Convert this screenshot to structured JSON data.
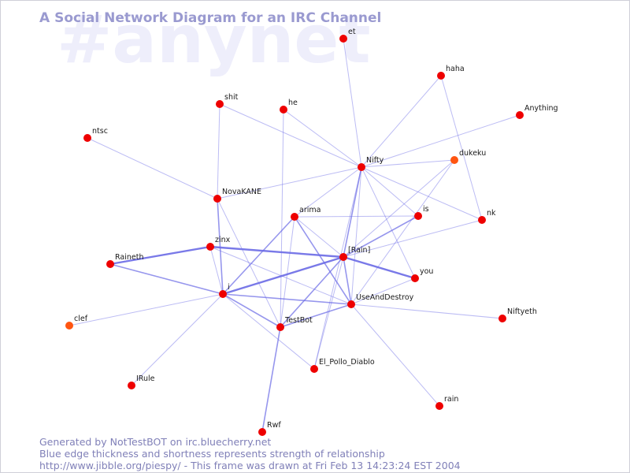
{
  "title": "A Social Network Diagram for an IRC Channel",
  "watermark": "#anynet",
  "footer": {
    "line1": "Generated by NotTestBOT on irc.bluecherry.net",
    "line2": "Blue edge thickness and shortness represents strength of relationship",
    "line3": "http://www.jibble.org/piespy/ - This frame was drawn at Fri Feb 13 14:23:24 EST 2004"
  },
  "colors": {
    "node": "#ee0000",
    "node_alt": "#ff5511",
    "edge": "#6a6ae6",
    "title": "#9a9ad0",
    "watermark": "#eeeefb",
    "footer": "#8080b8"
  },
  "nodes": [
    {
      "id": "et",
      "label": "et",
      "alt": false
    },
    {
      "id": "haha",
      "label": "haha",
      "alt": false
    },
    {
      "id": "shit",
      "label": "shit",
      "alt": false
    },
    {
      "id": "he",
      "label": "he",
      "alt": false
    },
    {
      "id": "anything",
      "label": "Anything",
      "alt": false
    },
    {
      "id": "ntsc",
      "label": "ntsc",
      "alt": false
    },
    {
      "id": "dukeku",
      "label": "dukeku",
      "alt": true
    },
    {
      "id": "nifty",
      "label": "Nifty",
      "alt": false
    },
    {
      "id": "novakane",
      "label": "NovaKANE",
      "alt": false
    },
    {
      "id": "arima",
      "label": "arima",
      "alt": false
    },
    {
      "id": "is",
      "label": "is",
      "alt": false
    },
    {
      "id": "nk",
      "label": "nk",
      "alt": false
    },
    {
      "id": "zinx",
      "label": "zinx",
      "alt": false
    },
    {
      "id": "rain_b",
      "label": "[Rain]",
      "alt": false
    },
    {
      "id": "raineth",
      "label": "Raineth",
      "alt": false
    },
    {
      "id": "you",
      "label": "you",
      "alt": false
    },
    {
      "id": "i",
      "label": "i",
      "alt": false
    },
    {
      "id": "useanddestroy",
      "label": "UseAndDestroy",
      "alt": false
    },
    {
      "id": "clef",
      "label": "clef",
      "alt": true
    },
    {
      "id": "testbot",
      "label": "TestBot",
      "alt": false
    },
    {
      "id": "niftyeth",
      "label": "Niftyeth",
      "alt": false
    },
    {
      "id": "el_pollo",
      "label": "El_Pollo_Diablo",
      "alt": false
    },
    {
      "id": "irule",
      "label": "IRule",
      "alt": false
    },
    {
      "id": "rain",
      "label": "rain",
      "alt": false
    },
    {
      "id": "rwf",
      "label": "Rwf",
      "alt": false
    }
  ],
  "edges": [
    {
      "source": "et",
      "target": "nifty",
      "weight": 1
    },
    {
      "source": "haha",
      "target": "nifty",
      "weight": 1
    },
    {
      "source": "haha",
      "target": "nk",
      "weight": 1
    },
    {
      "source": "shit",
      "target": "nifty",
      "weight": 1
    },
    {
      "source": "shit",
      "target": "novakane",
      "weight": 1
    },
    {
      "source": "he",
      "target": "nifty",
      "weight": 1
    },
    {
      "source": "he",
      "target": "testbot",
      "weight": 1
    },
    {
      "source": "anything",
      "target": "nifty",
      "weight": 1
    },
    {
      "source": "ntsc",
      "target": "novakane",
      "weight": 1
    },
    {
      "source": "dukeku",
      "target": "nifty",
      "weight": 1
    },
    {
      "source": "dukeku",
      "target": "rain_b",
      "weight": 1
    },
    {
      "source": "dukeku",
      "target": "useanddestroy",
      "weight": 1
    },
    {
      "source": "novakane",
      "target": "nifty",
      "weight": 1
    },
    {
      "source": "novakane",
      "target": "i",
      "weight": 2
    },
    {
      "source": "novakane",
      "target": "testbot",
      "weight": 1
    },
    {
      "source": "nifty",
      "target": "arima",
      "weight": 1
    },
    {
      "source": "nifty",
      "target": "is",
      "weight": 1
    },
    {
      "source": "nifty",
      "target": "nk",
      "weight": 1
    },
    {
      "source": "nifty",
      "target": "rain_b",
      "weight": 2
    },
    {
      "source": "nifty",
      "target": "you",
      "weight": 1
    },
    {
      "source": "nifty",
      "target": "useanddestroy",
      "weight": 1
    },
    {
      "source": "nifty",
      "target": "el_pollo",
      "weight": 1
    },
    {
      "source": "arima",
      "target": "is",
      "weight": 1
    },
    {
      "source": "arima",
      "target": "i",
      "weight": 2
    },
    {
      "source": "arima",
      "target": "useanddestroy",
      "weight": 2
    },
    {
      "source": "arima",
      "target": "rain_b",
      "weight": 1
    },
    {
      "source": "arima",
      "target": "testbot",
      "weight": 1
    },
    {
      "source": "is",
      "target": "rain_b",
      "weight": 2
    },
    {
      "source": "nk",
      "target": "rain_b",
      "weight": 1
    },
    {
      "source": "zinx",
      "target": "rain_b",
      "weight": 3
    },
    {
      "source": "zinx",
      "target": "i",
      "weight": 1
    },
    {
      "source": "zinx",
      "target": "useanddestroy",
      "weight": 1
    },
    {
      "source": "raineth",
      "target": "zinx",
      "weight": 3
    },
    {
      "source": "raineth",
      "target": "i",
      "weight": 2
    },
    {
      "source": "rain_b",
      "target": "you",
      "weight": 3
    },
    {
      "source": "rain_b",
      "target": "i",
      "weight": 3
    },
    {
      "source": "rain_b",
      "target": "useanddestroy",
      "weight": 2
    },
    {
      "source": "rain_b",
      "target": "testbot",
      "weight": 2
    },
    {
      "source": "rain_b",
      "target": "el_pollo",
      "weight": 1
    },
    {
      "source": "you",
      "target": "useanddestroy",
      "weight": 1
    },
    {
      "source": "i",
      "target": "useanddestroy",
      "weight": 2
    },
    {
      "source": "i",
      "target": "testbot",
      "weight": 2
    },
    {
      "source": "i",
      "target": "clef",
      "weight": 1
    },
    {
      "source": "i",
      "target": "irule",
      "weight": 1
    },
    {
      "source": "i",
      "target": "el_pollo",
      "weight": 1
    },
    {
      "source": "useanddestroy",
      "target": "testbot",
      "weight": 2
    },
    {
      "source": "useanddestroy",
      "target": "niftyeth",
      "weight": 1
    },
    {
      "source": "useanddestroy",
      "target": "rain",
      "weight": 1
    },
    {
      "source": "testbot",
      "target": "rwf",
      "weight": 2
    }
  ]
}
